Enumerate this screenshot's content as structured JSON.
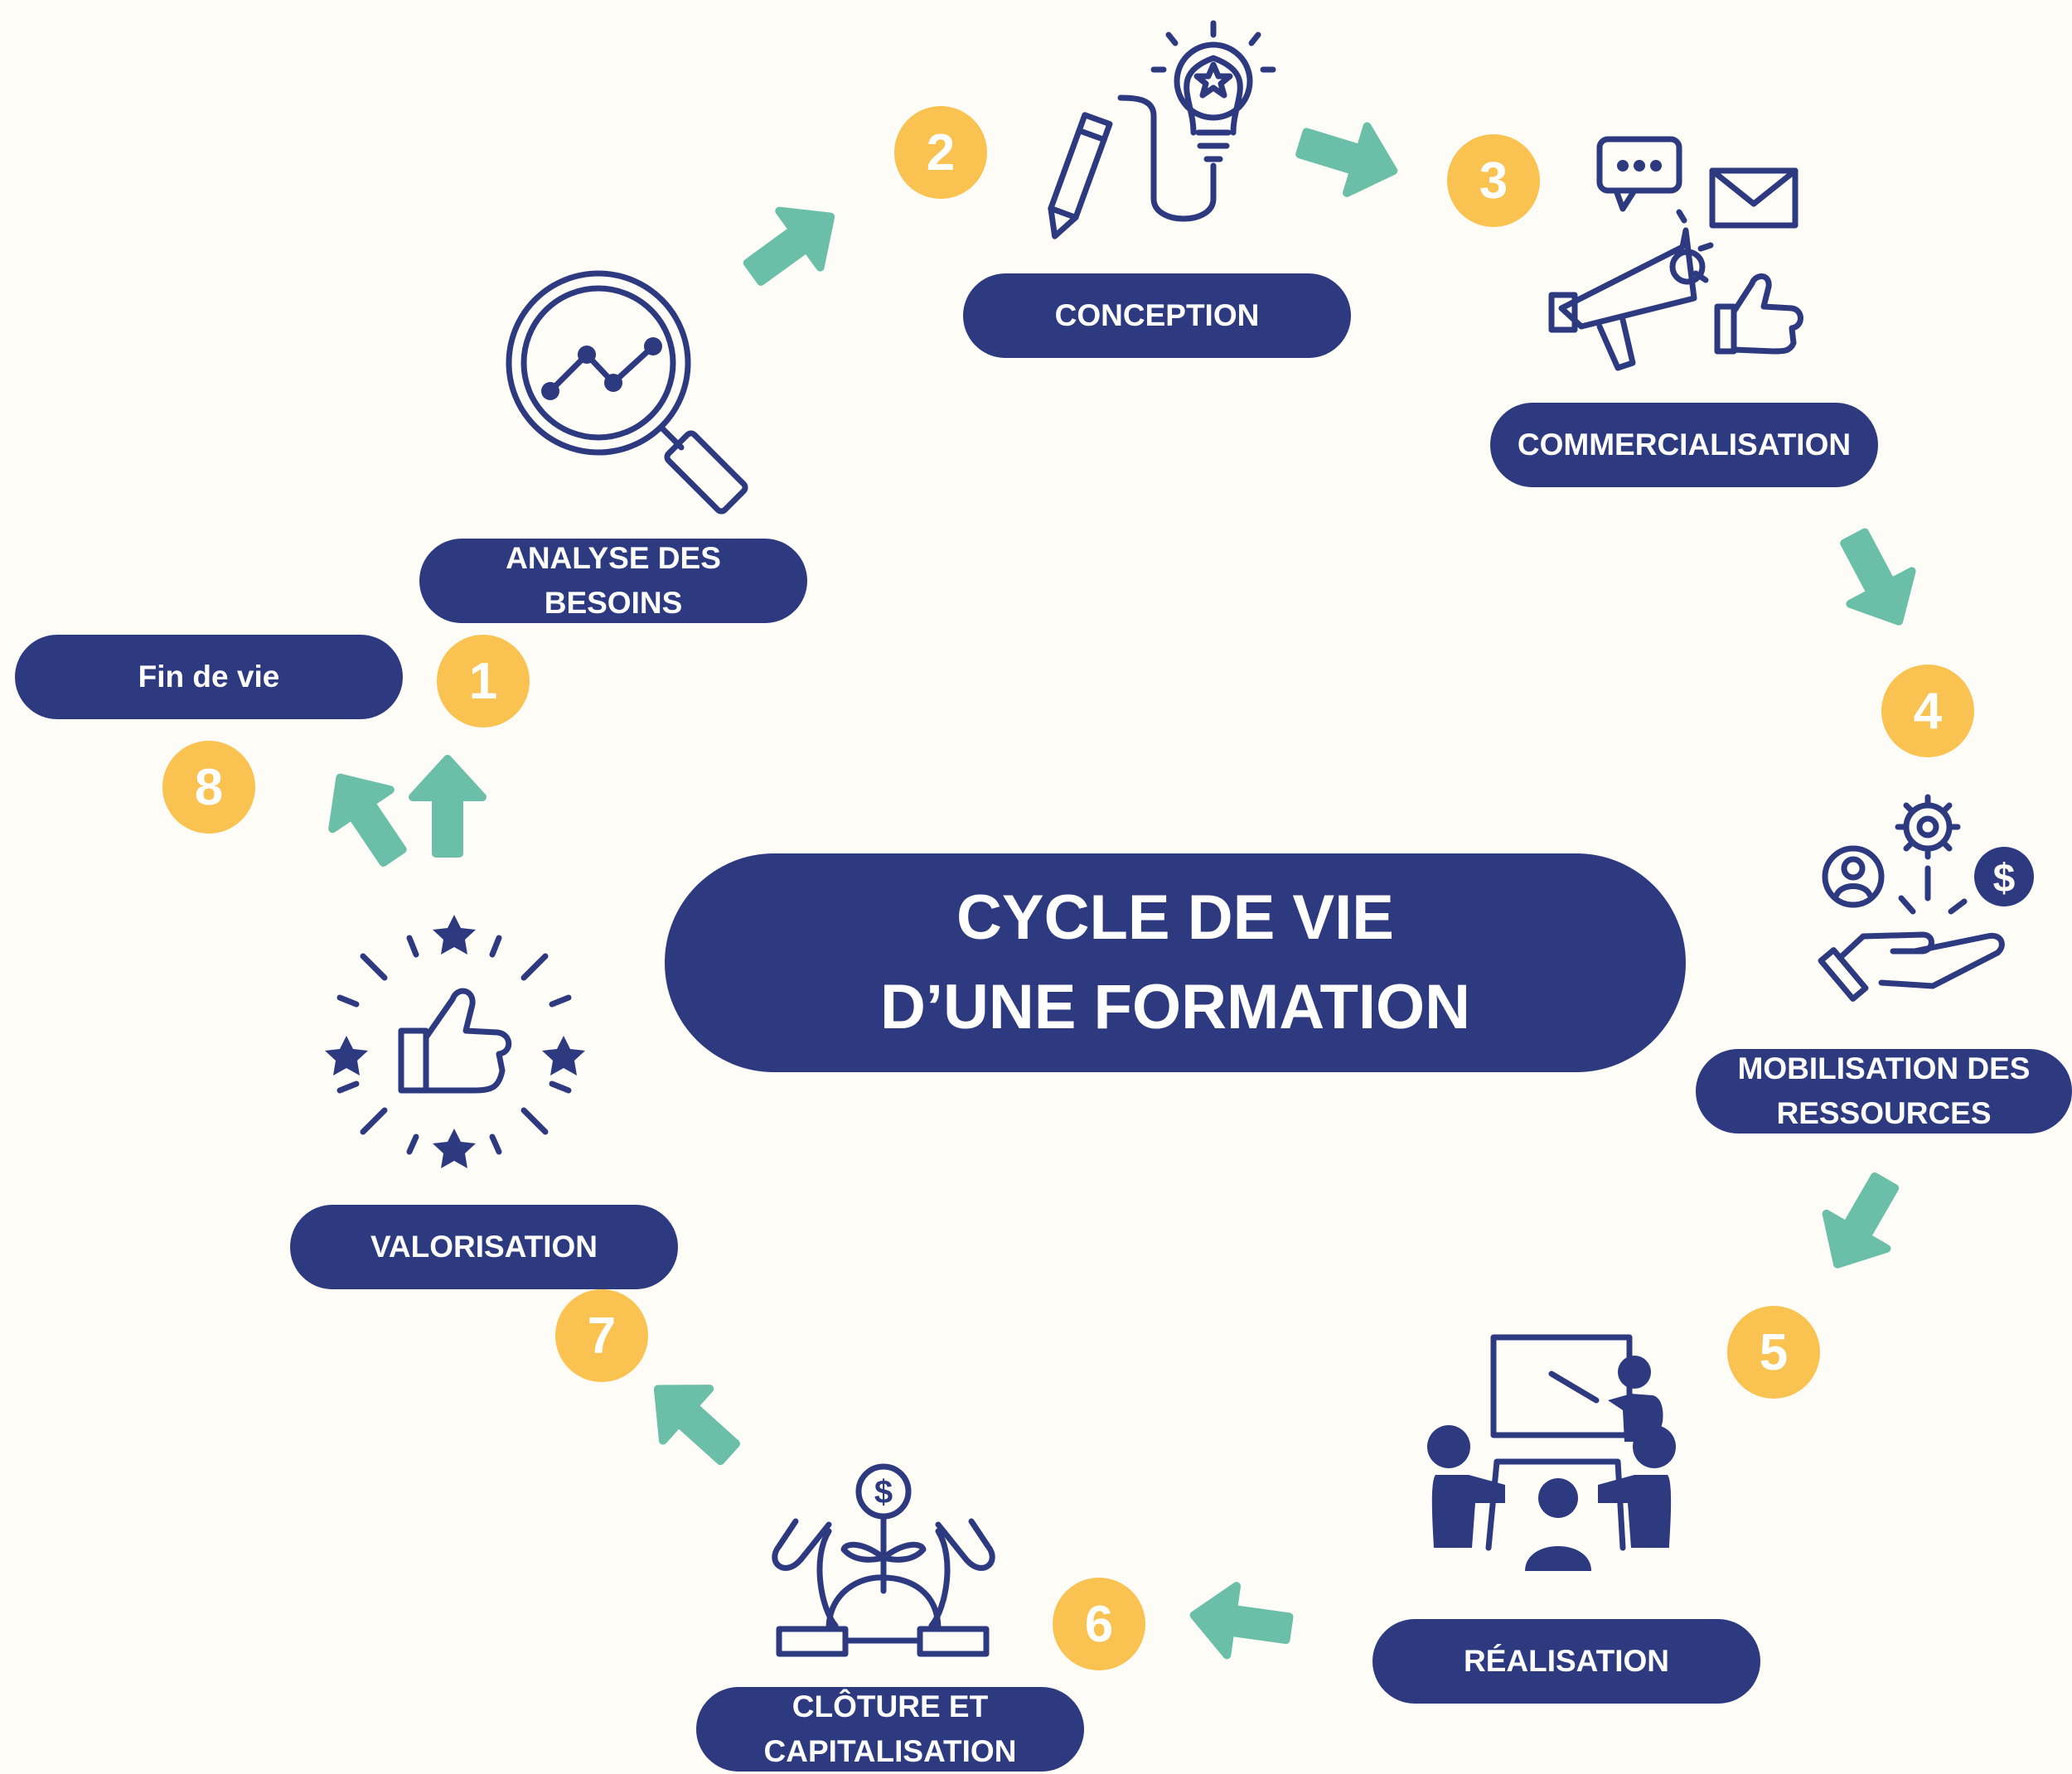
{
  "title": "CYCLE DE VIE\nD’UNE FORMATION",
  "steps": [
    {
      "number": "1",
      "label": "ANALYSE DES\nBESOINS",
      "icon": "magnifier-chart-icon"
    },
    {
      "number": "2",
      "label": "CONCEPTION",
      "icon": "lightbulb-pencil-icon"
    },
    {
      "number": "3",
      "label": "COMMERCIALISATION",
      "icon": "megaphone-icon"
    },
    {
      "number": "4",
      "label": "MOBILISATION DES\nRESSOURCES",
      "icon": "hand-resources-icon"
    },
    {
      "number": "5",
      "label": "RÉALISATION",
      "icon": "classroom-presentation-icon"
    },
    {
      "number": "6",
      "label": "CLÔTURE ET\nCAPITALISATION",
      "icon": "hands-money-plant-icon"
    },
    {
      "number": "7",
      "label": "VALORISATION",
      "icon": "thumbs-up-stars-icon"
    },
    {
      "number": "8",
      "label": "Fin de vie",
      "icon": ""
    }
  ],
  "colors": {
    "background": "#fdfcf7",
    "navy": "#2d3a80",
    "badge": "#f9c251",
    "arrow": "#6bbfa9"
  }
}
